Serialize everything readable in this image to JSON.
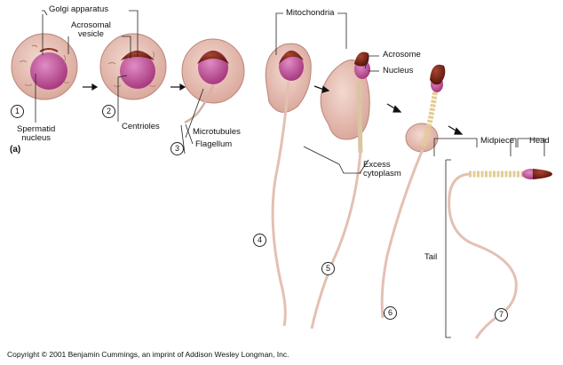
{
  "panel_label": "(a)",
  "labels": {
    "golgi": "Golgi apparatus",
    "acrosomal_vesicle": "Acrosomal\nvesicle",
    "spermatid_nucleus": "Spermatid\nnucleus",
    "centrioles": "Centrioles",
    "microtubules": "Microtubules",
    "flagellum": "Flagellum",
    "mitochondria": "Mitochondria",
    "acrosome": "Acrosome",
    "nucleus": "Nucleus",
    "excess_cytoplasm": "Excess\ncytoplasm",
    "midpiece": "Midpiece",
    "head": "Head",
    "tail": "Tail"
  },
  "stages": [
    "1",
    "2",
    "3",
    "4",
    "5",
    "6",
    "7"
  ],
  "copyright": "Copyright © 2001 Benjamin Cummings, an imprint of Addison Wesley Longman, Inc.",
  "colors": {
    "cytoplasm": "#ecc9bf",
    "nucleus": "#c0559a",
    "acrosome": "#7a2418",
    "midpiece": "#e8d6a0",
    "tail": "#e9c6b9"
  }
}
